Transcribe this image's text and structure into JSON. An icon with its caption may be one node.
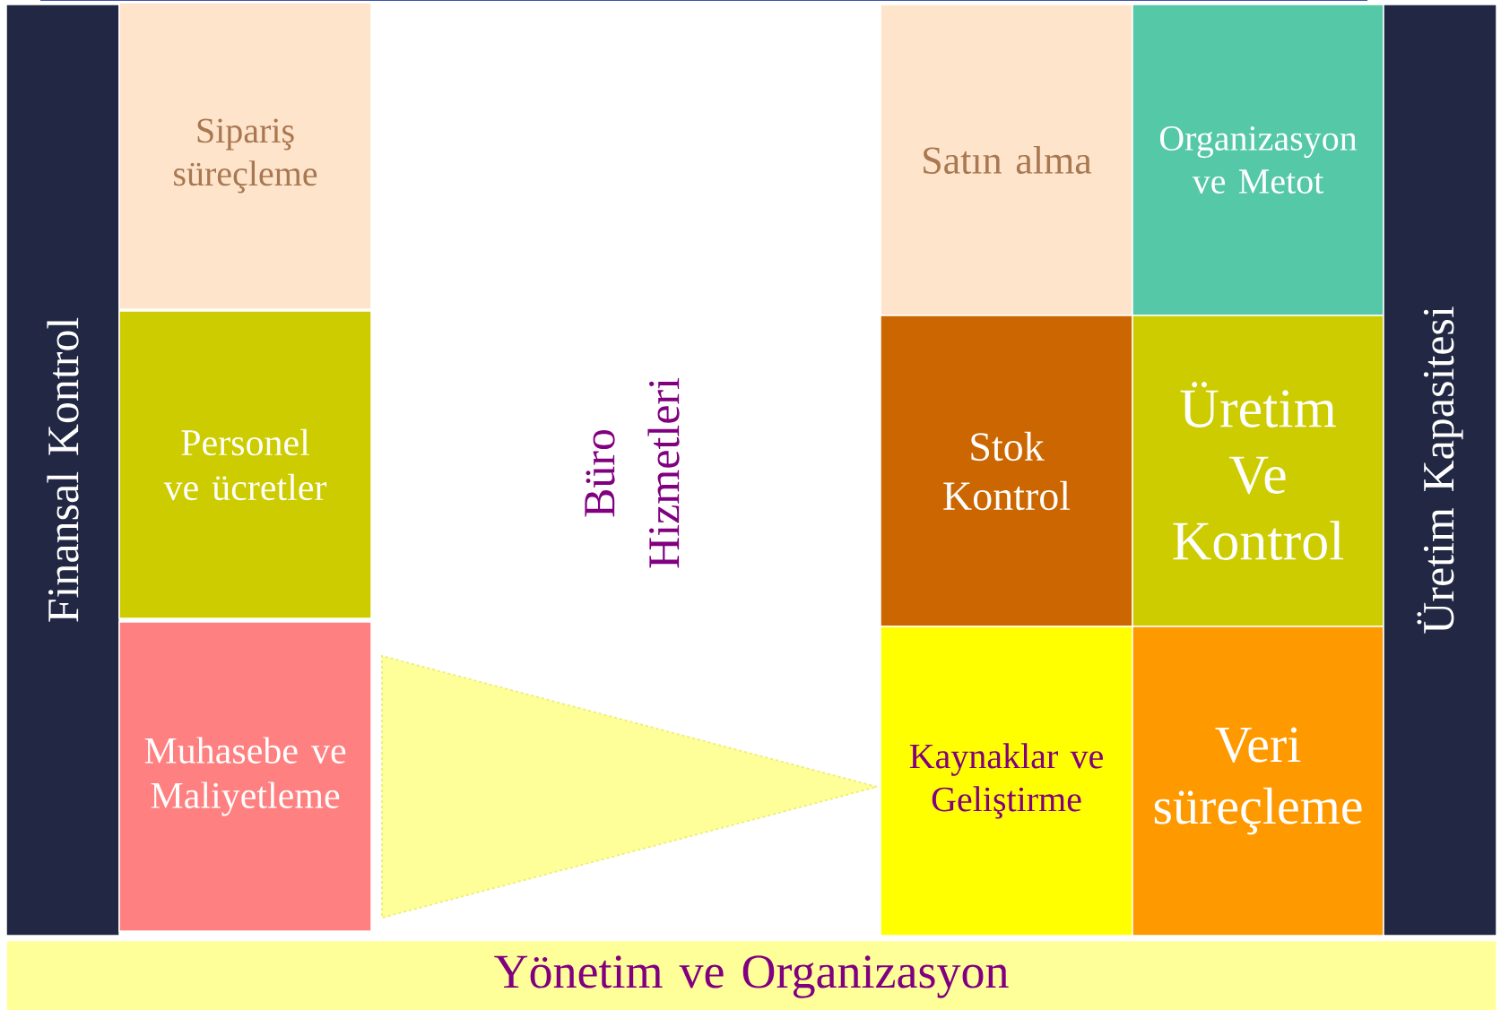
{
  "diagram": {
    "nodes": [
      {
        "text": [
          "Finansal Kontrol"
        ]
      },
      {
        "text": [
          "Sipariş süreçleme"
        ]
      },
      {
        "text": [
          "Personel ve ücretler"
        ]
      },
      {
        "text": [
          "Muhasebe ve Maliyetleme"
        ]
      },
      {
        "text": [
          "Satın alma"
        ]
      },
      {
        "text": [
          "Organizasyon ve Metot"
        ]
      },
      {
        "text": [
          "Stok Kontrol"
        ]
      },
      {
        "text": [
          "Üretim Ve Kontrol"
        ]
      },
      {
        "text": [
          "Kaynaklar ve Geliştirme"
        ]
      },
      {
        "text": [
          "Veri süreçleme"
        ]
      },
      {
        "text": [
          "Üretim Kapasitesi"
        ]
      },
      {
        "text": [
          "Yönetim ve Organizasyon"
        ]
      },
      {
        "text": [],
        "shape": "triangle"
      }
    ],
    "edges": [],
    "labels": [
      "Büro Hizmetleri"
    ]
  }
}
